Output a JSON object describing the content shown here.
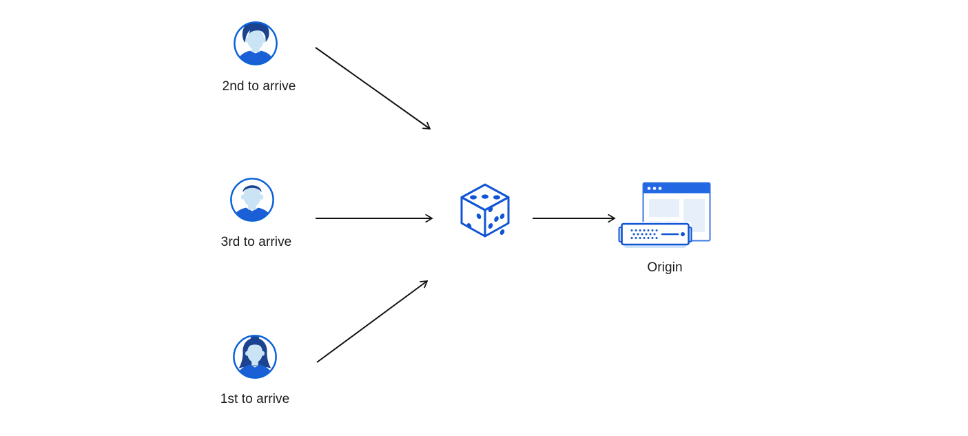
{
  "diagram": {
    "description": "Three visitors routed through a random selection (dice) to an origin server",
    "nodes": {
      "visitor_2nd": {
        "label": "2nd to arrive",
        "icon": "user-avatar-male-icon"
      },
      "visitor_3rd": {
        "label": "3rd to arrive",
        "icon": "user-avatar-male-short-hair-icon"
      },
      "visitor_1st": {
        "label": "1st to arrive",
        "icon": "user-avatar-female-icon"
      },
      "randomizer": {
        "icon": "dice-icon"
      },
      "origin": {
        "label": "Origin",
        "icon": "origin-server-browser-icon"
      }
    },
    "edges": [
      {
        "from": "visitor_2nd",
        "to": "randomizer"
      },
      {
        "from": "visitor_3rd",
        "to": "randomizer"
      },
      {
        "from": "visitor_1st",
        "to": "randomizer"
      },
      {
        "from": "randomizer",
        "to": "origin"
      }
    ]
  },
  "colors": {
    "accent_blue": "#1155d4",
    "circle_border_blue": "#0b62d8",
    "hair_navy": "#1c4390",
    "skin_light_blue": "#cbe4f5",
    "shirt_blue": "#1b5fd6",
    "window_bar_blue": "#2268e2",
    "window_border_blue": "#3d77e0",
    "panel_light_blue": "#e7f0fa",
    "server_light_blue": "#cfe4f8",
    "arrow_black": "#111111",
    "text_black": "#17181a"
  }
}
